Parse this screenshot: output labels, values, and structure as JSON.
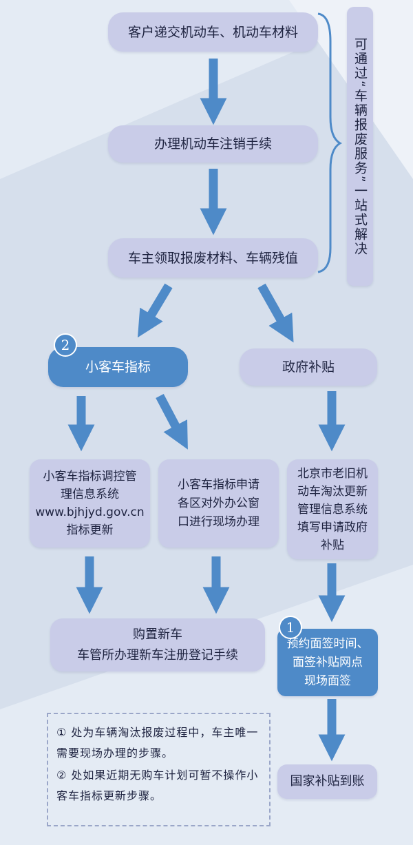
{
  "flow": {
    "step1": "客户递交机动车、机动车材料",
    "step2": "办理机动车注销手续",
    "step3": "车主领取报废材料、车辆残值",
    "side_note": "可通过“车辆报废服务”一站式解决",
    "branch_quota": "小客车指标",
    "branch_subsidy": "政府补贴",
    "quota_online": "小客车指标调控管\n理信息系统\nwww.bjhjyd.gov.cn\n指标更新",
    "quota_offline": "小客车指标申请\n各区对外办公窗\n口进行现场办理",
    "subsidy_system": "北京市老旧机\n动车淘汰更新\n管理信息系统\n填写申请政府\n补贴",
    "buy_car": "购置新车\n车管所办理新车注册登记手续",
    "appointment": "预约面签时间、\n面签补贴网点\n现场面签",
    "subsidy_arrival": "国家补贴到账",
    "badge_1": "1",
    "badge_2": "2"
  },
  "notes": {
    "note_1": "① 处为车辆淘汰报废过程中，车主唯一需要现场办理的步骤。",
    "note_2": "② 处如果近期无购车计划可暂不操作小客车指标更新步骤。"
  },
  "colors": {
    "node_fill": "#c9cce8",
    "highlight_fill": "#4e8ac8",
    "arrow": "#4e8ac8",
    "text": "#1e2340"
  }
}
